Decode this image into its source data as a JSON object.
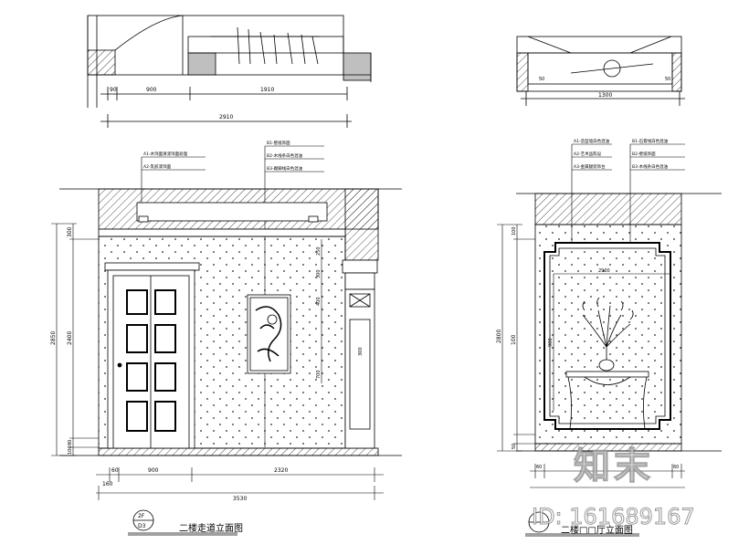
{
  "left_drawing": {
    "title": "二楼走道立面图",
    "index_top": "2F",
    "index_bottom": "D3",
    "plan_dims": [
      "90",
      "900",
      "1910"
    ],
    "plan_total": "2910",
    "height_total": "2850",
    "height_parts": [
      "300",
      "2400",
      "80",
      "100"
    ],
    "elevation_dims": [
      "60",
      "900",
      "2320"
    ],
    "elevation_left": "160",
    "elevation_total": "3530",
    "panel_dims": [
      "250",
      "300",
      "400",
      "700",
      "300"
    ],
    "notes_a": [
      "A1-木饰面清漆饰面处理",
      "A2-乳胶漆饰面"
    ],
    "notes_b": [
      "B1-壁纸饰面",
      "B2-木线条白色混油",
      "B3-踢脚线白色混油"
    ]
  },
  "right_drawing": {
    "title": "二楼□□厅立面图",
    "plan_dims": [
      "50",
      "50"
    ],
    "plan_total": "1300",
    "height_total": "2800",
    "height_parts": [
      "100",
      "100",
      "50"
    ],
    "panel_width": "2900",
    "panel_height": "900",
    "elevation_dims": [
      "60",
      "60"
    ],
    "notes_a": [
      "A1-造型墙白色混油",
      "A2-艺术品陈设",
      "A3-金属腿装饰台"
    ],
    "notes_b": [
      "B1-石膏线白色混油",
      "B2-壁纸饰面",
      "B3-木线条白色混油"
    ]
  },
  "watermark": {
    "logo": "知末",
    "id": "ID: 161689167"
  }
}
